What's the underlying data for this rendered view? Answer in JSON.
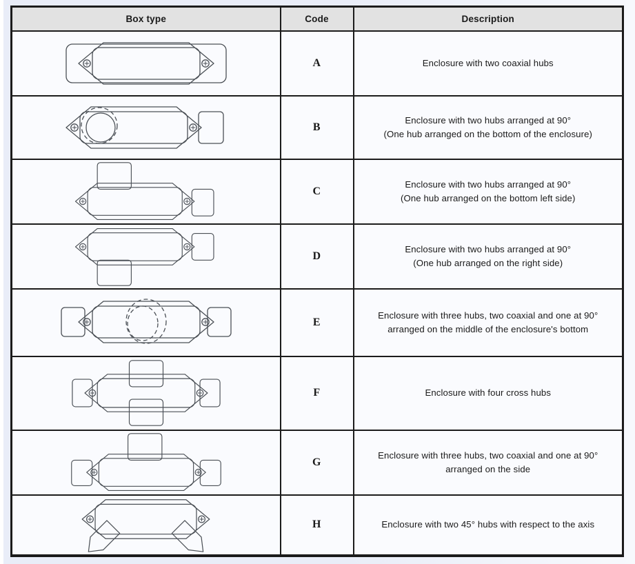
{
  "table": {
    "headers": {
      "box_type": "Box type",
      "code": "Code",
      "description": "Description"
    },
    "rows": [
      {
        "code": "A",
        "figure": "enclosure-two-coaxial-hubs",
        "description": "Enclosure with two coaxial hubs"
      },
      {
        "code": "B",
        "figure": "enclosure-two-hubs-90-bottom",
        "description": "Enclosure with two hubs arranged at 90°\n(One hub arranged on the bottom of the enclosure)"
      },
      {
        "code": "C",
        "figure": "enclosure-two-hubs-90-bottom-left",
        "description": "Enclosure with two hubs arranged at 90°\n(One hub arranged on the bottom left side)"
      },
      {
        "code": "D",
        "figure": "enclosure-two-hubs-90-right-side",
        "description": "Enclosure with two hubs arranged at 90°\n(One hub arranged on the right side)"
      },
      {
        "code": "E",
        "figure": "enclosure-three-hubs-middle-bottom",
        "description": "Enclosure with three hubs, two coaxial and one at 90°\narranged on the middle of the enclosure's bottom"
      },
      {
        "code": "F",
        "figure": "enclosure-four-cross-hubs",
        "description": "Enclosure with four cross hubs"
      },
      {
        "code": "G",
        "figure": "enclosure-three-hubs-side",
        "description": "Enclosure with three hubs, two coaxial and one at 90°\narranged on the side"
      },
      {
        "code": "H",
        "figure": "enclosure-two-45-degree-hubs",
        "description": "Enclosure with two 45° hubs with respect to the axis"
      }
    ]
  },
  "colors": {
    "page_bg": "#e9edf8",
    "cell_bg": "#fafbfe",
    "header_bg": "#e2e2e2",
    "border": "#1b1b1b",
    "line": "#4a4f55",
    "text": "#1a1a1a"
  }
}
